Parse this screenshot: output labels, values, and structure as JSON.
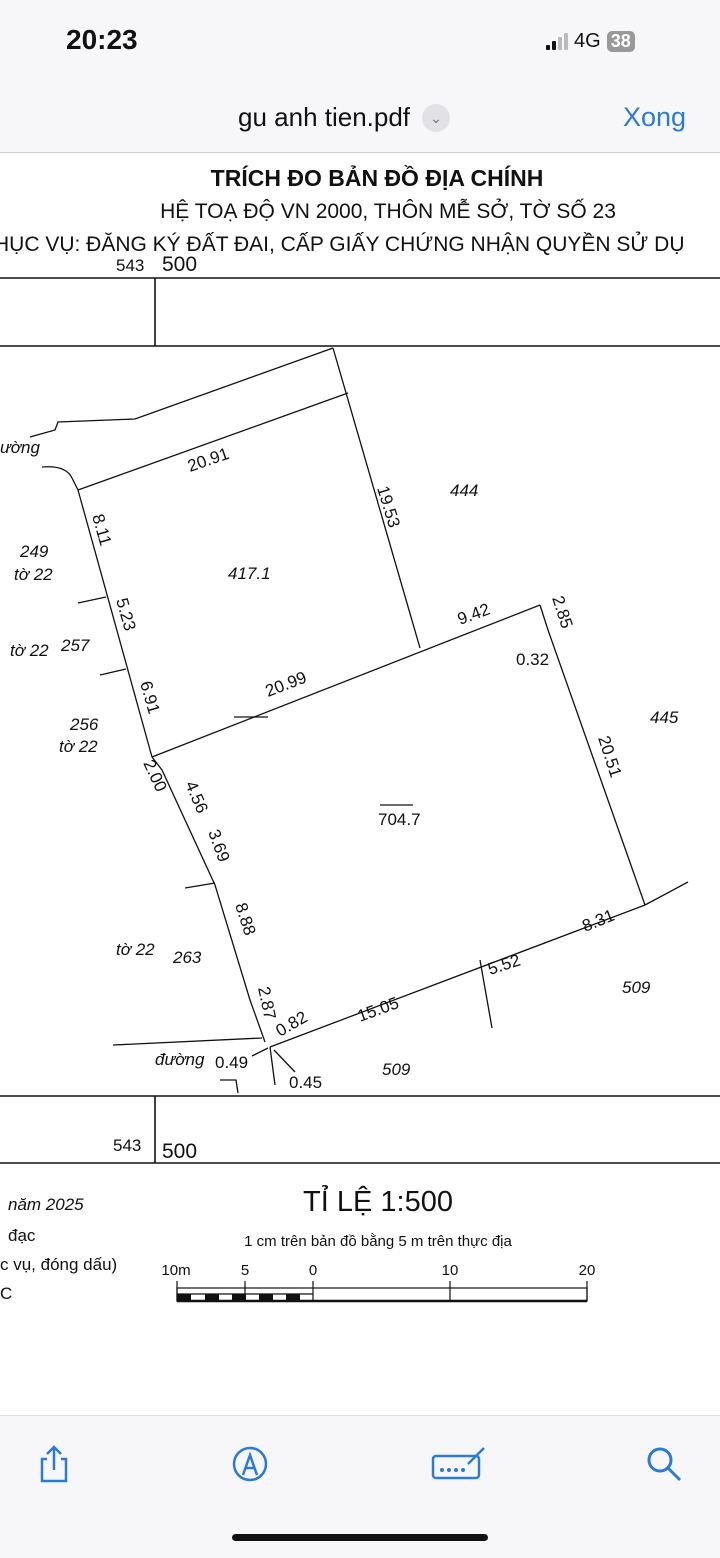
{
  "status_bar": {
    "time": "20:23",
    "network": "4G",
    "battery": "38"
  },
  "nav": {
    "title": "gu anh tien.pdf",
    "done_label": "Xong"
  },
  "document": {
    "title": "TRÍCH ĐO BẢN ĐỒ ĐỊA CHÍNH",
    "subtitle": "HỆ TOẠ ĐỘ VN 2000, THÔN MỄ SỞ, TỜ SỐ 23",
    "purpose": "HỤC VỤ: ĐĂNG KÝ ĐẤT ĐAI, CẤP GIẤY CHỨNG NHẬN QUYỀN SỬ DỤ",
    "frame_top": {
      "left": "543",
      "right": "500"
    },
    "frame_bottom": {
      "left": "543",
      "right": "500"
    },
    "parcels": {
      "upper_area": "417.1",
      "lower_area": "704.7"
    },
    "neighbors": {
      "n444": "444",
      "n445": "445",
      "n249": "249",
      "n257": "257",
      "n256": "256",
      "n263": "263",
      "n509a": "509",
      "n509b": "509",
      "sheet": "tờ 22",
      "road": "đường",
      "road_top": "ường"
    },
    "edges": {
      "e1": "20.91",
      "e2": "19.53",
      "e3": "8.11",
      "e4": "5.23",
      "e5": "6.91",
      "e6": "20.99",
      "e7": "9.42",
      "e8": "2.85",
      "e9": "0.32",
      "e10": "20.51",
      "e11": "2.00",
      "e12": "4.56",
      "e13": "3.69",
      "e14": "8.88",
      "e15": "2.87",
      "e16": "0.82",
      "e17": "15.05",
      "e18": "5.52",
      "e19": "8.31",
      "e20": "0.49",
      "e21": "0.45"
    },
    "footer": {
      "date": "năm 2025",
      "line2": "đạc",
      "line3": "c vụ, đóng dấu)",
      "line4": "C",
      "scale": "TỈ LỆ 1:500",
      "scale_note": "1 cm trên bản đồ bằng 5 m trên thực địa",
      "ticks": [
        "10m",
        "5",
        "0",
        "10",
        "20"
      ]
    }
  },
  "toolbar": {
    "icons": [
      "share-icon",
      "markup-icon",
      "signature-icon",
      "search-icon"
    ]
  }
}
